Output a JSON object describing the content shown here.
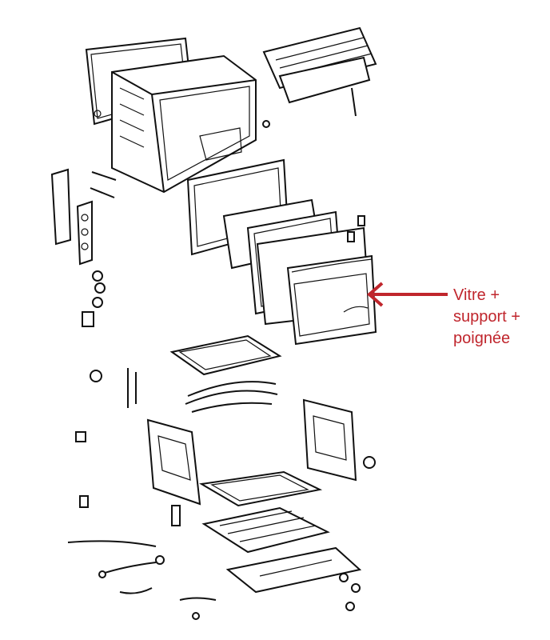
{
  "callout": {
    "lines": [
      "Vitre +",
      "support +",
      "poignée"
    ],
    "color": "#c0262d"
  }
}
